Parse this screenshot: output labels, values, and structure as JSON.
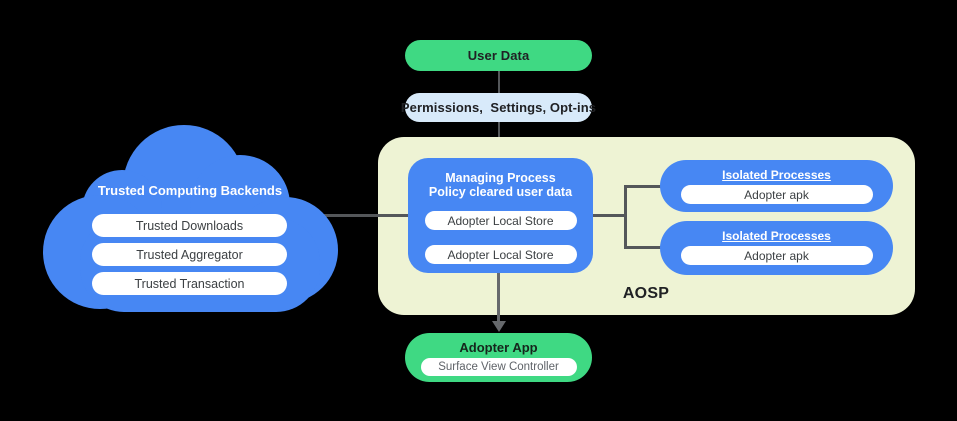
{
  "colors": {
    "blue": "#4787f3",
    "green": "#3fd983",
    "lightblue": "#d8eafa",
    "cream": "#eef3d4",
    "line": "#54575a",
    "white": "#ffffff",
    "dark_text": "#202124",
    "pill_text": "#3c4043"
  },
  "top_flow": {
    "user_data": "User Data",
    "permissions": "Permissions,  Settings, Opt-ins"
  },
  "cloud": {
    "title": "Trusted Computing Backends",
    "items": [
      "Trusted Downloads",
      "Trusted Aggregator",
      "Trusted Transaction"
    ]
  },
  "aosp": {
    "label": "AOSP",
    "managing_process": {
      "title_line1": "Managing Process",
      "title_line2": "Policy cleared user data",
      "items": [
        "Adopter Local Store",
        "Adopter Local Store"
      ]
    },
    "isolated_processes": [
      {
        "title": "Isolated Processes",
        "item": "Adopter apk"
      },
      {
        "title": "Isolated Processes",
        "item": "Adopter apk"
      }
    ]
  },
  "adopter_app": {
    "title": "Adopter App",
    "item": "Surface View Controller"
  }
}
